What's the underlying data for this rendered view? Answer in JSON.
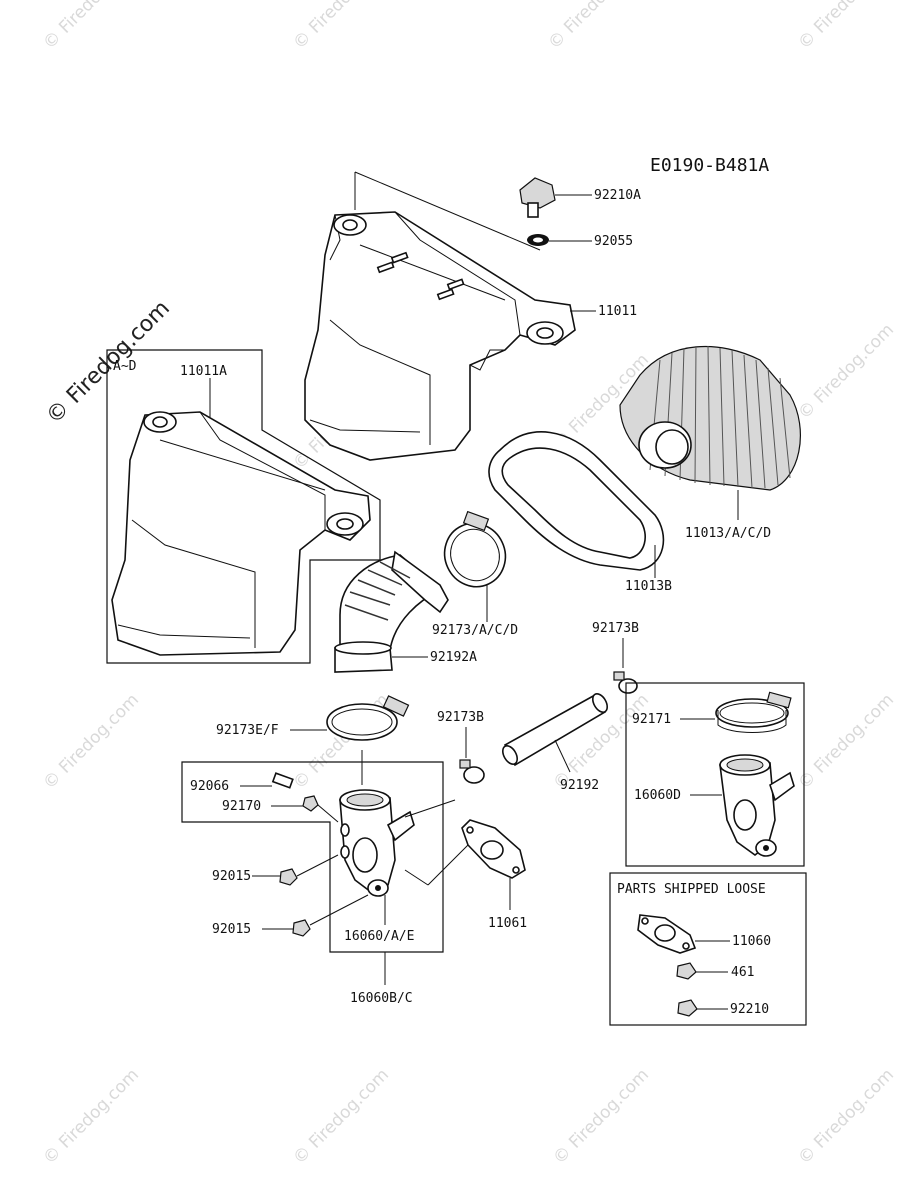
{
  "diagram_code": "E0190-B481A",
  "watermark": "© Firedog.com",
  "variant_box_label": "A~D",
  "loose_box_title": "PARTS SHIPPED LOOSE",
  "labels": {
    "p92210A": "92210A",
    "p92055": "92055",
    "p11011": "11011",
    "p11011A": "11011A",
    "p11013ACD": "11013/A/C/D",
    "p11013B": "11013B",
    "p92173ACD": "92173/A/C/D",
    "p92192A": "92192A",
    "p92173B_top": "92173B",
    "p92173EF": "92173E/F",
    "p92173B_mid": "92173B",
    "p92171": "92171",
    "p92066": "92066",
    "p92170": "92170",
    "p92192": "92192",
    "p16060D": "16060D",
    "p92015_a": "92015",
    "p92015_b": "92015",
    "p11061": "11061",
    "p16060AE": "16060/A/E",
    "p16060BC": "16060B/C",
    "p11060": "11060",
    "p461": "461",
    "p92210": "92210"
  }
}
